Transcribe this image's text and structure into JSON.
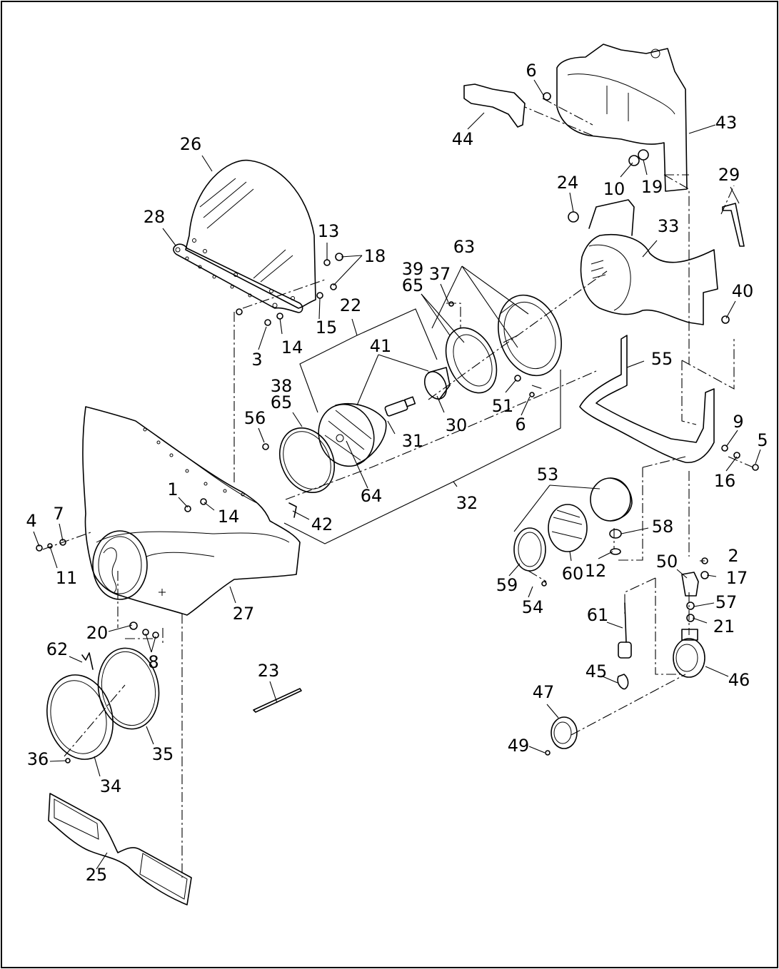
{
  "diagram": {
    "parts": [
      {
        "num": "1"
      },
      {
        "num": "2"
      },
      {
        "num": "3"
      },
      {
        "num": "4"
      },
      {
        "num": "5"
      },
      {
        "num": "6"
      },
      {
        "num": "6"
      },
      {
        "num": "7"
      },
      {
        "num": "8"
      },
      {
        "num": "9"
      },
      {
        "num": "10"
      },
      {
        "num": "11"
      },
      {
        "num": "12"
      },
      {
        "num": "13"
      },
      {
        "num": "14"
      },
      {
        "num": "14"
      },
      {
        "num": "15"
      },
      {
        "num": "16"
      },
      {
        "num": "17"
      },
      {
        "num": "18"
      },
      {
        "num": "19"
      },
      {
        "num": "20"
      },
      {
        "num": "21"
      },
      {
        "num": "22"
      },
      {
        "num": "23"
      },
      {
        "num": "24"
      },
      {
        "num": "25"
      },
      {
        "num": "26"
      },
      {
        "num": "27"
      },
      {
        "num": "28"
      },
      {
        "num": "29"
      },
      {
        "num": "30"
      },
      {
        "num": "31"
      },
      {
        "num": "32"
      },
      {
        "num": "33"
      },
      {
        "num": "34"
      },
      {
        "num": "35"
      },
      {
        "num": "36"
      },
      {
        "num": "37"
      },
      {
        "num": "38"
      },
      {
        "num": "39"
      },
      {
        "num": "40"
      },
      {
        "num": "41"
      },
      {
        "num": "42"
      },
      {
        "num": "43"
      },
      {
        "num": "44"
      },
      {
        "num": "45"
      },
      {
        "num": "46"
      },
      {
        "num": "47"
      },
      {
        "num": "49"
      },
      {
        "num": "50"
      },
      {
        "num": "51"
      },
      {
        "num": "53"
      },
      {
        "num": "54"
      },
      {
        "num": "55"
      },
      {
        "num": "56"
      },
      {
        "num": "57"
      },
      {
        "num": "58"
      },
      {
        "num": "59"
      },
      {
        "num": "60"
      },
      {
        "num": "61"
      },
      {
        "num": "62"
      },
      {
        "num": "63"
      },
      {
        "num": "64"
      },
      {
        "num": "65"
      },
      {
        "num": "65"
      }
    ]
  }
}
